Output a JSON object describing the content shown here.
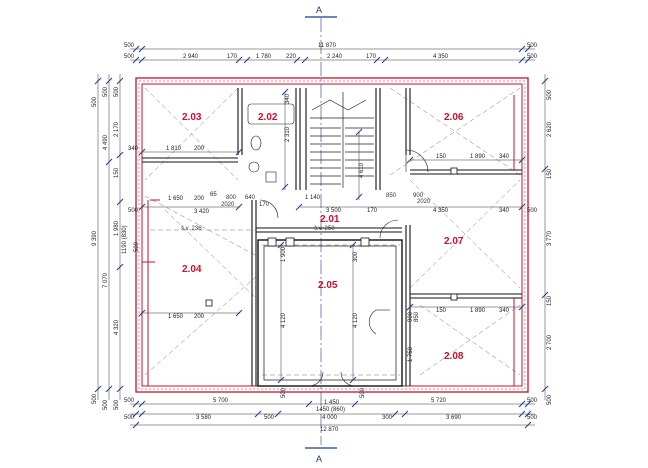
{
  "section_marker": "A",
  "rooms": {
    "r203": "2.03",
    "r202": "2.02",
    "r206": "2.06",
    "r201": "2.01",
    "r207": "2.07",
    "r204": "2.04",
    "r205": "2.05",
    "r208": "2.08"
  },
  "notes": {
    "sv_236": "š.v. 236",
    "sv_250": "š.v. 250",
    "d2020a": "2020",
    "d2020b": "2020",
    "d800_2020": "800",
    "d640": "640",
    "d850": "850",
    "d900_2020": "900"
  },
  "dims_top1": {
    "a": "500",
    "total": "11 870",
    "b": "500"
  },
  "dims_top2": {
    "a": "500",
    "b": "2 940",
    "c": "170",
    "d": "1 780",
    "e": "220",
    "f": "2 240",
    "g": "170",
    "h": "4 350",
    "i": "500"
  },
  "dims_bottom1": {
    "a": "500",
    "b": "5 700",
    "c": "1 450",
    "c2": "1450 (860)",
    "d": "5 720",
    "e": "500"
  },
  "dims_bottom2": {
    "a": "500",
    "b": "3 580",
    "c": "500",
    "d": "4 000",
    "e": "300",
    "f": "3 690",
    "g": "500"
  },
  "dims_bottom3": {
    "total": "12 870"
  },
  "dims_left1": {
    "a": "500",
    "b": "9 390",
    "c": "500"
  },
  "dims_left2": {
    "a": "500",
    "b": "4 490",
    "c": "7 070",
    "d": "500"
  },
  "dims_left3": {
    "a": "500",
    "b": "2 170",
    "c": "150",
    "d": "1 980",
    "d2": "1190 (830)",
    "e": "4 320",
    "f": "500"
  },
  "dims_right1": {
    "a": "500",
    "b": "2 620",
    "c": "150",
    "d": "3 770",
    "e": "150",
    "f": "2 700",
    "g": "500"
  },
  "dims_inner": {
    "w1810": "1 810",
    "w200a": "200",
    "w340a": "340",
    "w1650a": "1 650",
    "w65": "65",
    "w3420": "3 420",
    "w1650b": "1 650",
    "w200b": "200",
    "w200c": "200",
    "w500a": "500",
    "w170a": "170",
    "w170b": "170",
    "w1140": "1 140",
    "w3500": "3 500",
    "w4350": "4 350",
    "w340b": "340",
    "w150a": "150",
    "w1890a": "1 890",
    "w340c": "340",
    "w150b": "150",
    "w1890b": "1 890",
    "w340d": "340",
    "w500b": "500",
    "h340a": "340",
    "h2310": "2 310",
    "h4610": "4 610",
    "h1900": "1 900",
    "h4120a": "4 120",
    "h4120b": "4 120",
    "h300": "300",
    "h1750": "1 750",
    "h500": "500",
    "h900_2020": "900",
    "h850b": "850",
    "h500c": "500",
    "h500d": "500"
  }
}
